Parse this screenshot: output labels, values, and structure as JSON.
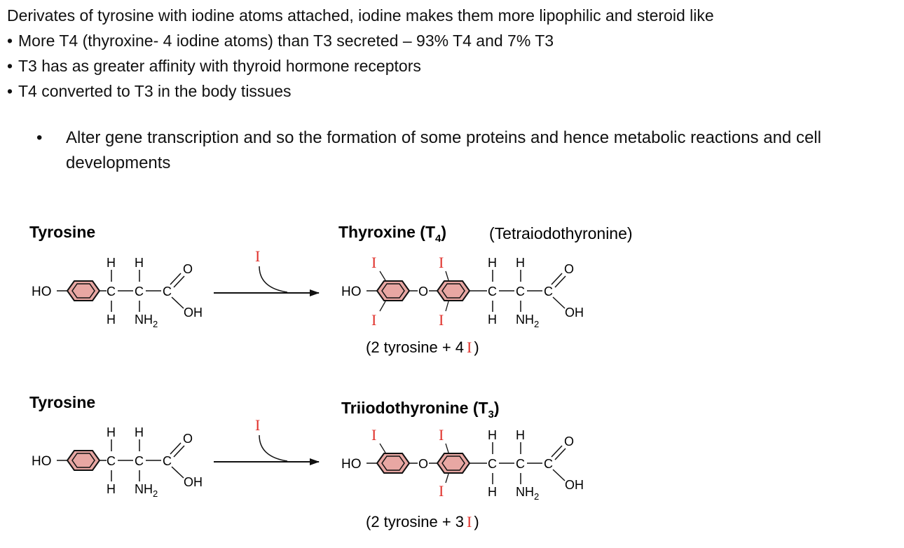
{
  "notes": {
    "intro": "Derivates of tyrosine with iodine atoms attached, iodine makes them more lipophilic and steroid like",
    "bullet_symbol": "•",
    "bullets": [
      "More T4 (thyroxine- 4 iodine atoms) than T3 secreted – 93% T4 and 7% T3",
      "T3 has as greater affinity with thyroid hormone receptors",
      "T4 converted to T3 in the body tissues"
    ],
    "sub_bullet": "Alter gene transcription and so the formation of some proteins and hence metabolic reactions and cell developments"
  },
  "diagram": {
    "tyrosine_label": "Tyrosine",
    "t4": {
      "title": "Thyroxine (T",
      "subscript": "4",
      "title_end": ")",
      "alt_name": "(Tetraiodothyronine)",
      "caption_pre": "(2 tyrosine + 4",
      "caption_post": ")"
    },
    "t3": {
      "title": "Triiodothyronine (T",
      "subscript": "3",
      "title_end": ")",
      "caption_pre": "(2 tyrosine + 3",
      "caption_post": ")"
    },
    "atoms": {
      "ho": "HO",
      "h": "H",
      "c": "C",
      "o": "O",
      "oh": "OH",
      "nh": "NH",
      "two": "2",
      "iodine": "I"
    },
    "colors": {
      "ring_fill": "#e8a7a3",
      "iodine": "#e0322c"
    }
  }
}
